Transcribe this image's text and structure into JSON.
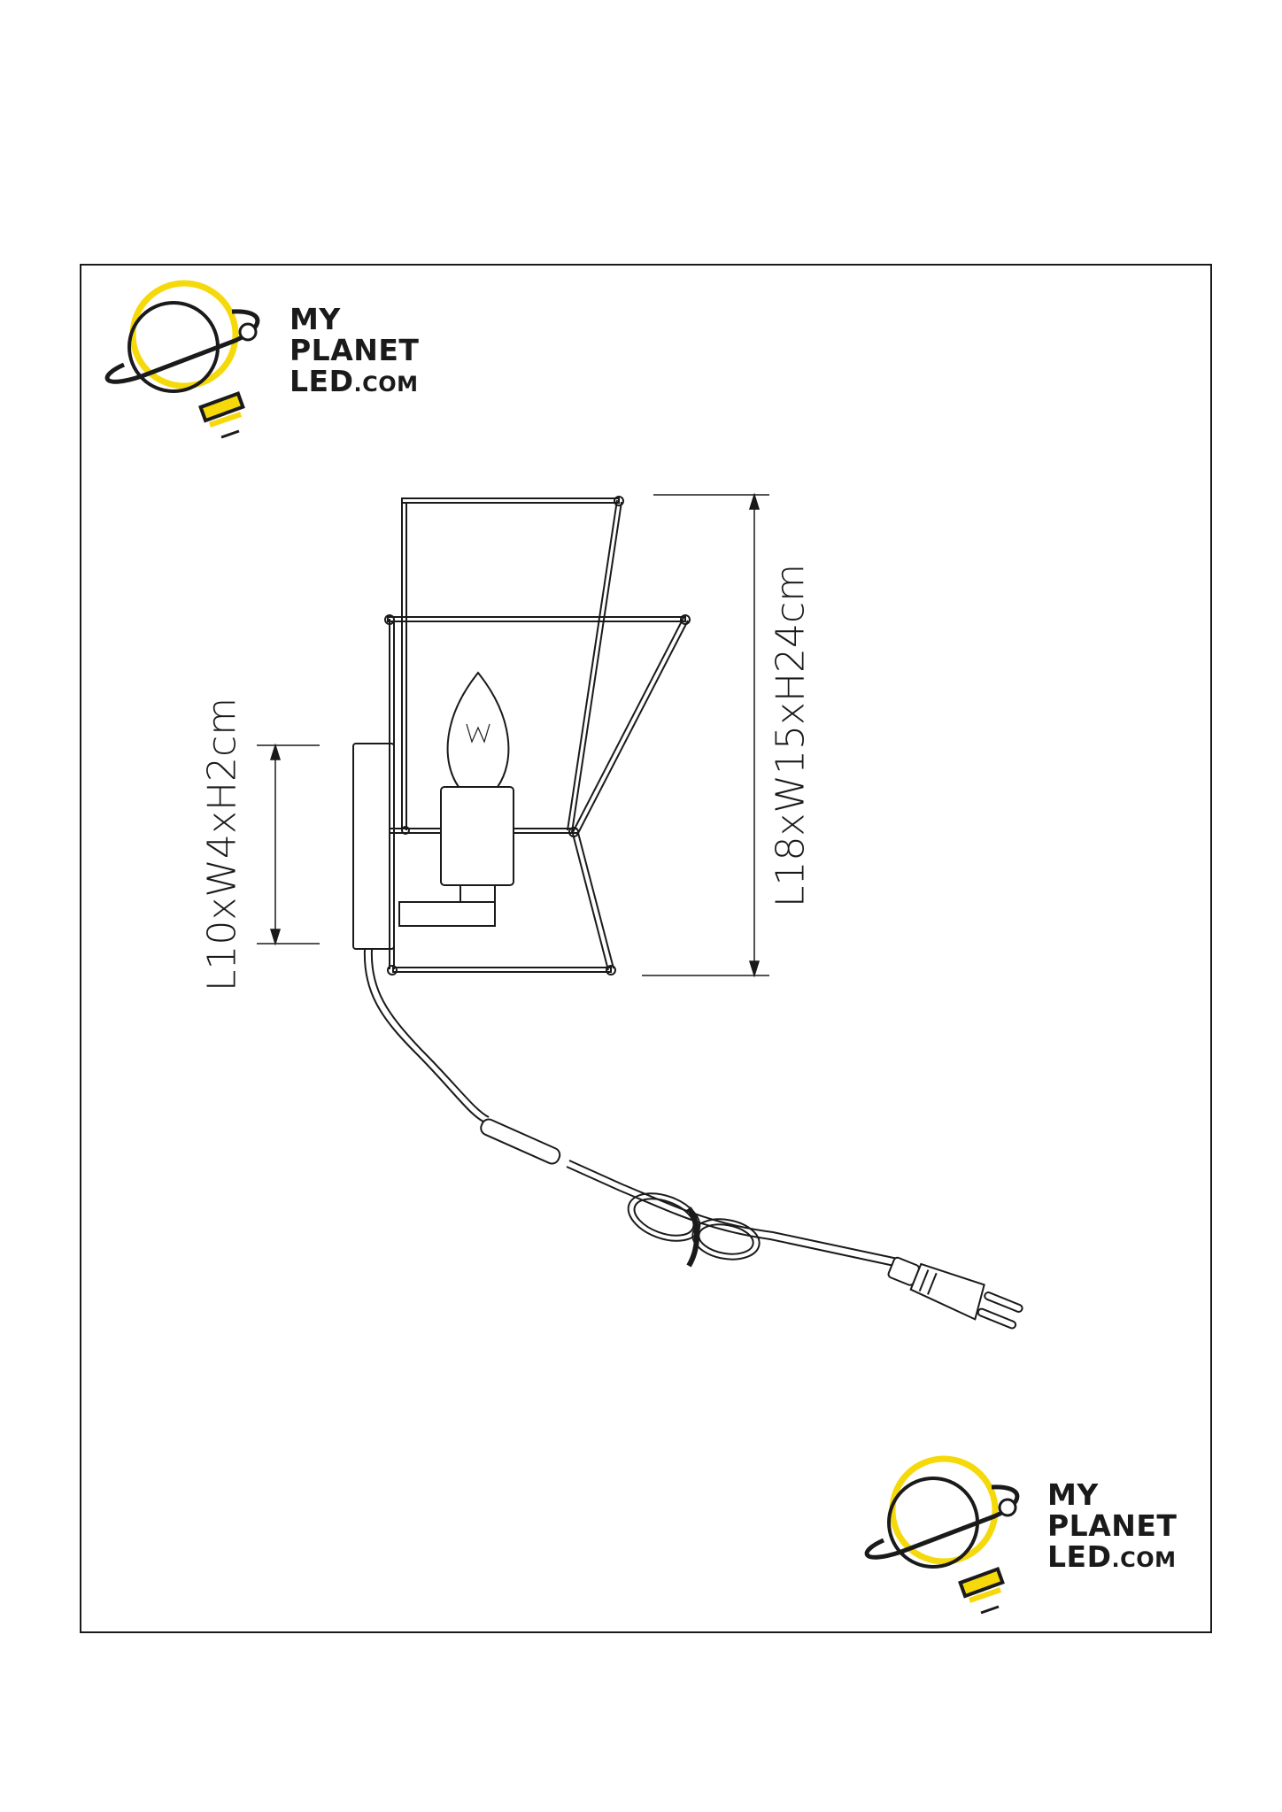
{
  "brand": {
    "line1": "MY",
    "line2": "PLANET",
    "line3": "LED",
    "domain": ".COM",
    "colors": {
      "accent": "#F5D90A",
      "ink": "#1A1A1A"
    }
  },
  "diagram": {
    "bulb_label": "W",
    "dimension_overall": "L18xW15xH24cm",
    "dimension_base": "L10xW4xH2cm"
  }
}
